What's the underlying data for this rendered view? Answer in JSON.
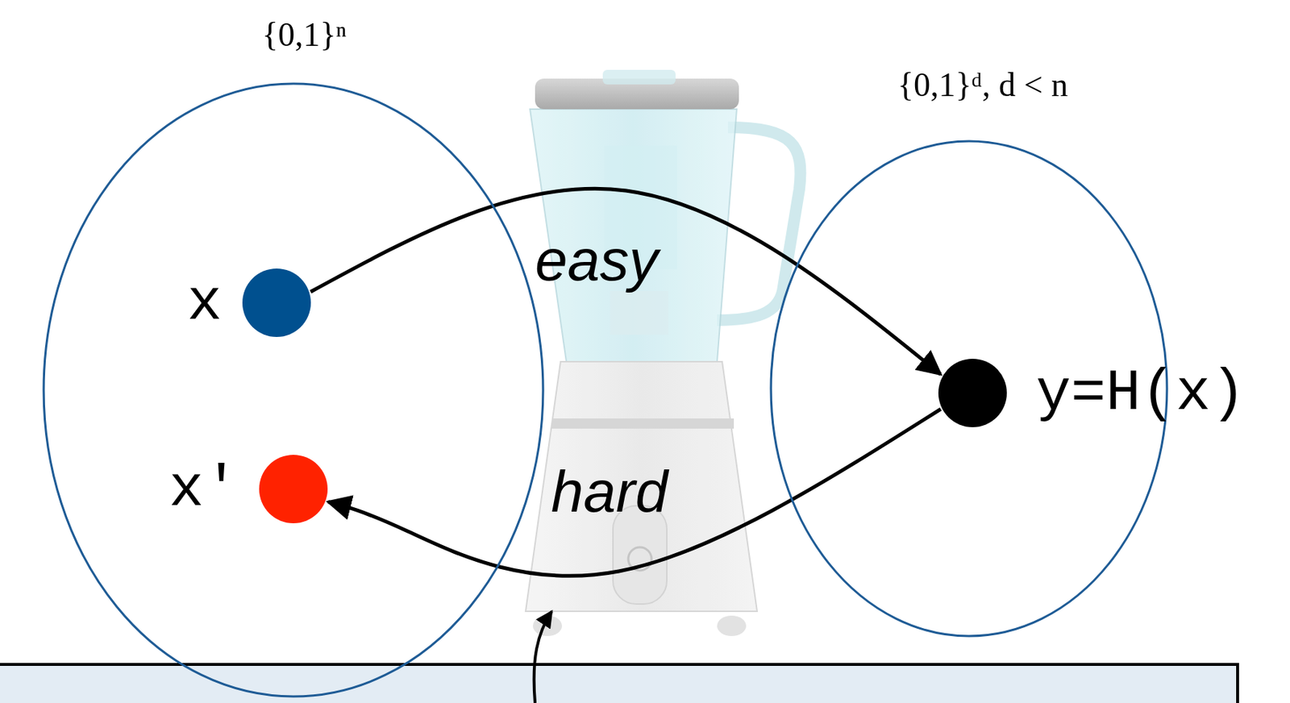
{
  "diagram": {
    "nodes": [
      {
        "text": [
          "{0,1}ⁿ"
        ]
      },
      {
        "text": [
          "x"
        ],
        "in": 0
      },
      {
        "text": [
          "x'"
        ],
        "in": 0
      },
      {
        "text": [
          "{0,1}ᵈ, d < n"
        ]
      },
      {
        "text": [
          "y=H(x)"
        ],
        "in": 3
      }
    ],
    "edges": [
      {
        "from": 1,
        "to": 4,
        "arrow": "to",
        "label": "easy"
      },
      {
        "from": 4,
        "to": 2,
        "arrow": "to",
        "label": "hard"
      }
    ]
  }
}
